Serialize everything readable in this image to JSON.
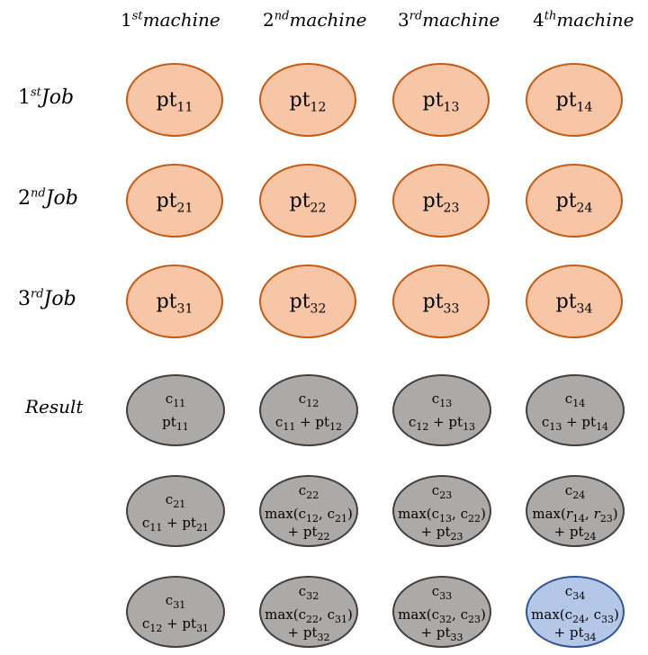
{
  "columns": [
    {
      "num": "1",
      "sup": "st",
      "text": "machine"
    },
    {
      "num": "2",
      "sup": "nd",
      "text": "machine"
    },
    {
      "num": "3",
      "sup": "rd",
      "text": "machine"
    },
    {
      "num": "4",
      "sup": "th",
      "text": "machine"
    }
  ],
  "rows": [
    {
      "num": "1",
      "sup": "st",
      "text": "Job"
    },
    {
      "num": "2",
      "sup": "nd",
      "text": "Job"
    },
    {
      "num": "3",
      "sup": "rd",
      "text": "Job"
    }
  ],
  "result_label": "Result",
  "pt_nodes": [
    [
      "pt|11",
      "pt|12",
      "pt|13",
      "pt|14"
    ],
    [
      "pt|21",
      "pt|22",
      "pt|23",
      "pt|24"
    ],
    [
      "pt|31",
      "pt|32",
      "pt|33",
      "pt|34"
    ]
  ],
  "result_nodes": [
    [
      {
        "top": "c|11",
        "lines": [
          "pt|11"
        ]
      },
      {
        "top": "c|12",
        "lines": [
          "c|11| + pt|12"
        ]
      },
      {
        "top": "c|13",
        "lines": [
          "c|12| + pt|13"
        ]
      },
      {
        "top": "c|14",
        "lines": [
          "c|13| + pt|14"
        ]
      }
    ],
    [
      {
        "top": "c|21",
        "lines": [
          "c|11| + pt|21"
        ]
      },
      {
        "top": "c|22",
        "lines": [
          "max(c|12|, c|21|)",
          "+ pt|22"
        ]
      },
      {
        "top": "c|23",
        "lines": [
          "max(c|13|, c|22|)",
          "+ pt|23"
        ]
      },
      {
        "top": "c|24",
        "lines": [
          "max(𝑟|14|, 𝑟|23|)",
          "+ pt|24"
        ]
      }
    ],
    [
      {
        "top": "c|31",
        "lines": [
          "c|12| + pt|31"
        ]
      },
      {
        "top": "c|32",
        "lines": [
          "max(c|22|, c|31|)",
          "+ pt|32"
        ]
      },
      {
        "top": "c|33",
        "lines": [
          "max(c|32|, c|23|)",
          "+ pt|33"
        ]
      },
      {
        "top": "c|34",
        "lines": [
          "max(c|24|, c|33|)",
          "+ pt|34"
        ],
        "highlight": true
      }
    ]
  ],
  "colors": {
    "pt_fill": "#f7c6a6",
    "pt_stroke": "#c55a11",
    "result_fill": "#abaaa8",
    "result_stroke": "#3f3f3f",
    "highlight_fill": "#b4c7e7",
    "highlight_stroke": "#2f5597"
  }
}
